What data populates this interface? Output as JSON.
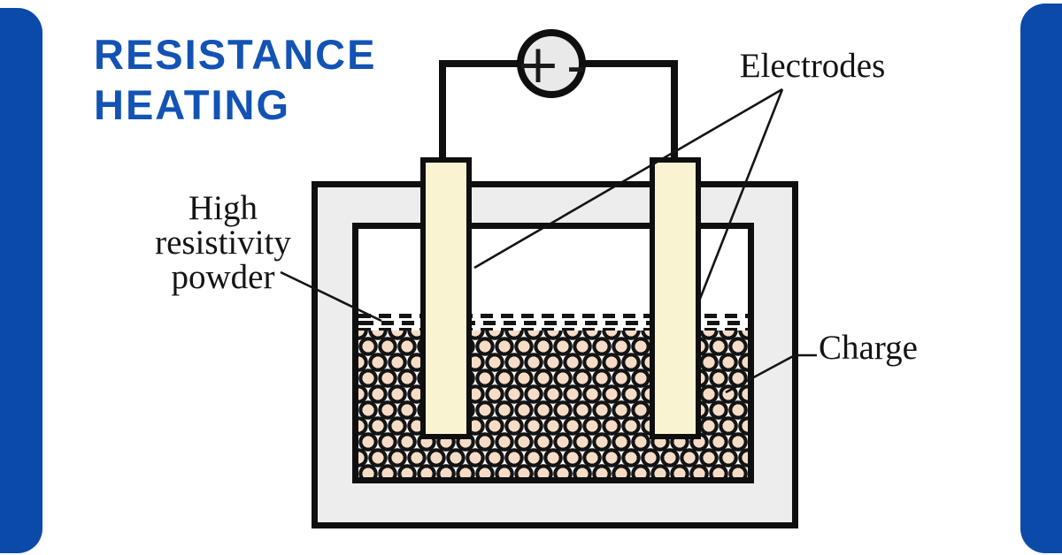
{
  "title": {
    "line1": "RESISTANCE",
    "line2": "HEATING",
    "color": "#1253b4"
  },
  "accent_bars": {
    "color": "#0b4aa9"
  },
  "diagram": {
    "labels": {
      "electrodes": "Electrodes",
      "powder_line1": "High",
      "powder_line2": "resistivity",
      "powder_line3": "powder",
      "charge": "Charge"
    },
    "power_source": {
      "plus": "+",
      "minus": "-"
    },
    "colors": {
      "outline": "#0f0f0f",
      "furnace_shell_fill": "#ededed",
      "crucible_fill": "#ffffff",
      "electrode_fill": "#faf3d2",
      "power_source_fill": "#e9e9e9",
      "charge_fill": "#f5dcc6"
    }
  }
}
